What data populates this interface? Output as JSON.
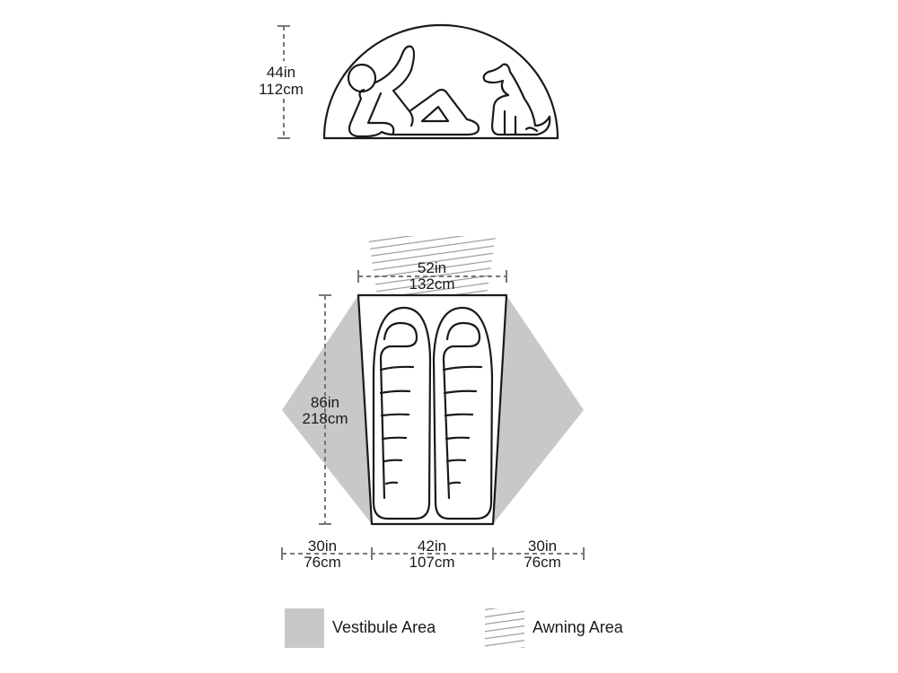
{
  "side_view": {
    "height_in": "44in",
    "height_cm": "112cm"
  },
  "floor": {
    "width_top_in": "52in",
    "width_top_cm": "132cm",
    "length_in": "86in",
    "length_cm": "218cm",
    "left_vestibule_in": "30in",
    "left_vestibule_cm": "76cm",
    "floor_bottom_in": "42in",
    "floor_bottom_cm": "107cm",
    "right_vestibule_in": "30in",
    "right_vestibule_cm": "76cm"
  },
  "legend": {
    "vestibule_label": "Vestibule Area",
    "awning_label": "Awning Area"
  },
  "colors": {
    "vestibule": "#c8c8c8",
    "line": "#1a1a1a",
    "dim": "#777777"
  }
}
